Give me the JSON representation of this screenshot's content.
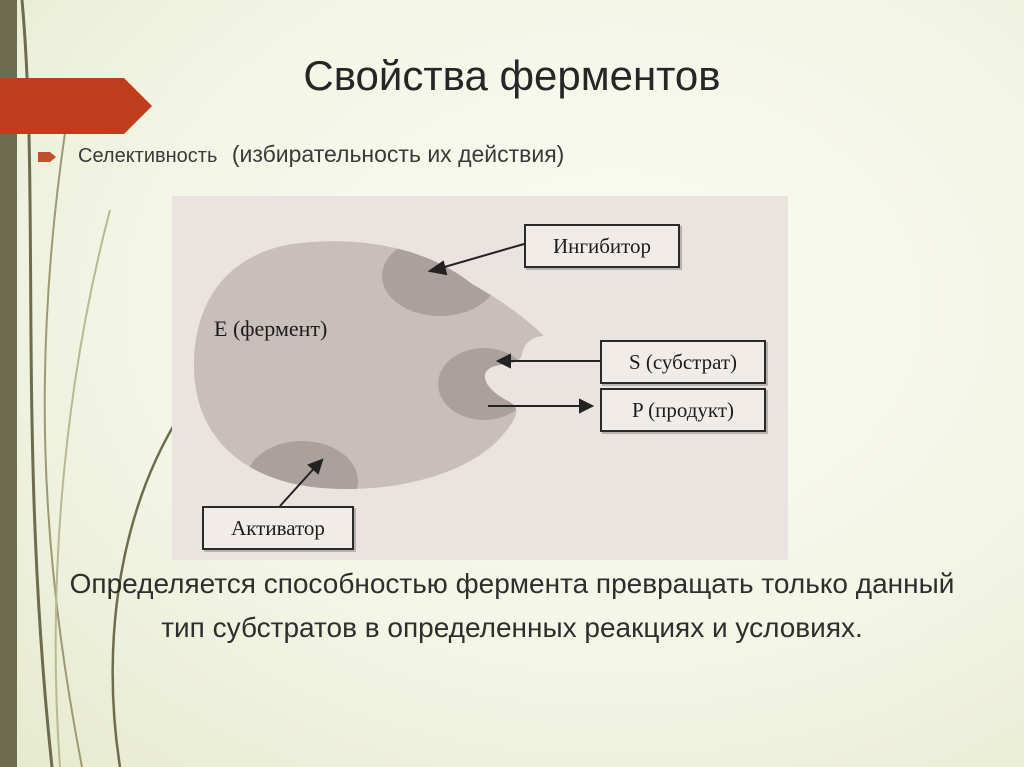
{
  "slide": {
    "title": "Свойства ферментов",
    "bullet": {
      "main": "Селективность",
      "sub": "(избирательность их действия)"
    },
    "description": "Определяется способностью фермента превращать только данный тип субстратов в определенных реакциях и условиях."
  },
  "diagram": {
    "enzyme_label": "E (фермент)",
    "labels": {
      "inhibitor": "Ингибитор",
      "substrate": "S (субстрат)",
      "product": "P (продукт)",
      "activator": "Активатор"
    }
  },
  "colors": {
    "accent": "#bf3c1c",
    "bullet_marker": "#c0502a",
    "left_bar": "#6d6c4e",
    "enzyme_fill": "#c8bfbb",
    "site_fill": "#aaa19d"
  }
}
